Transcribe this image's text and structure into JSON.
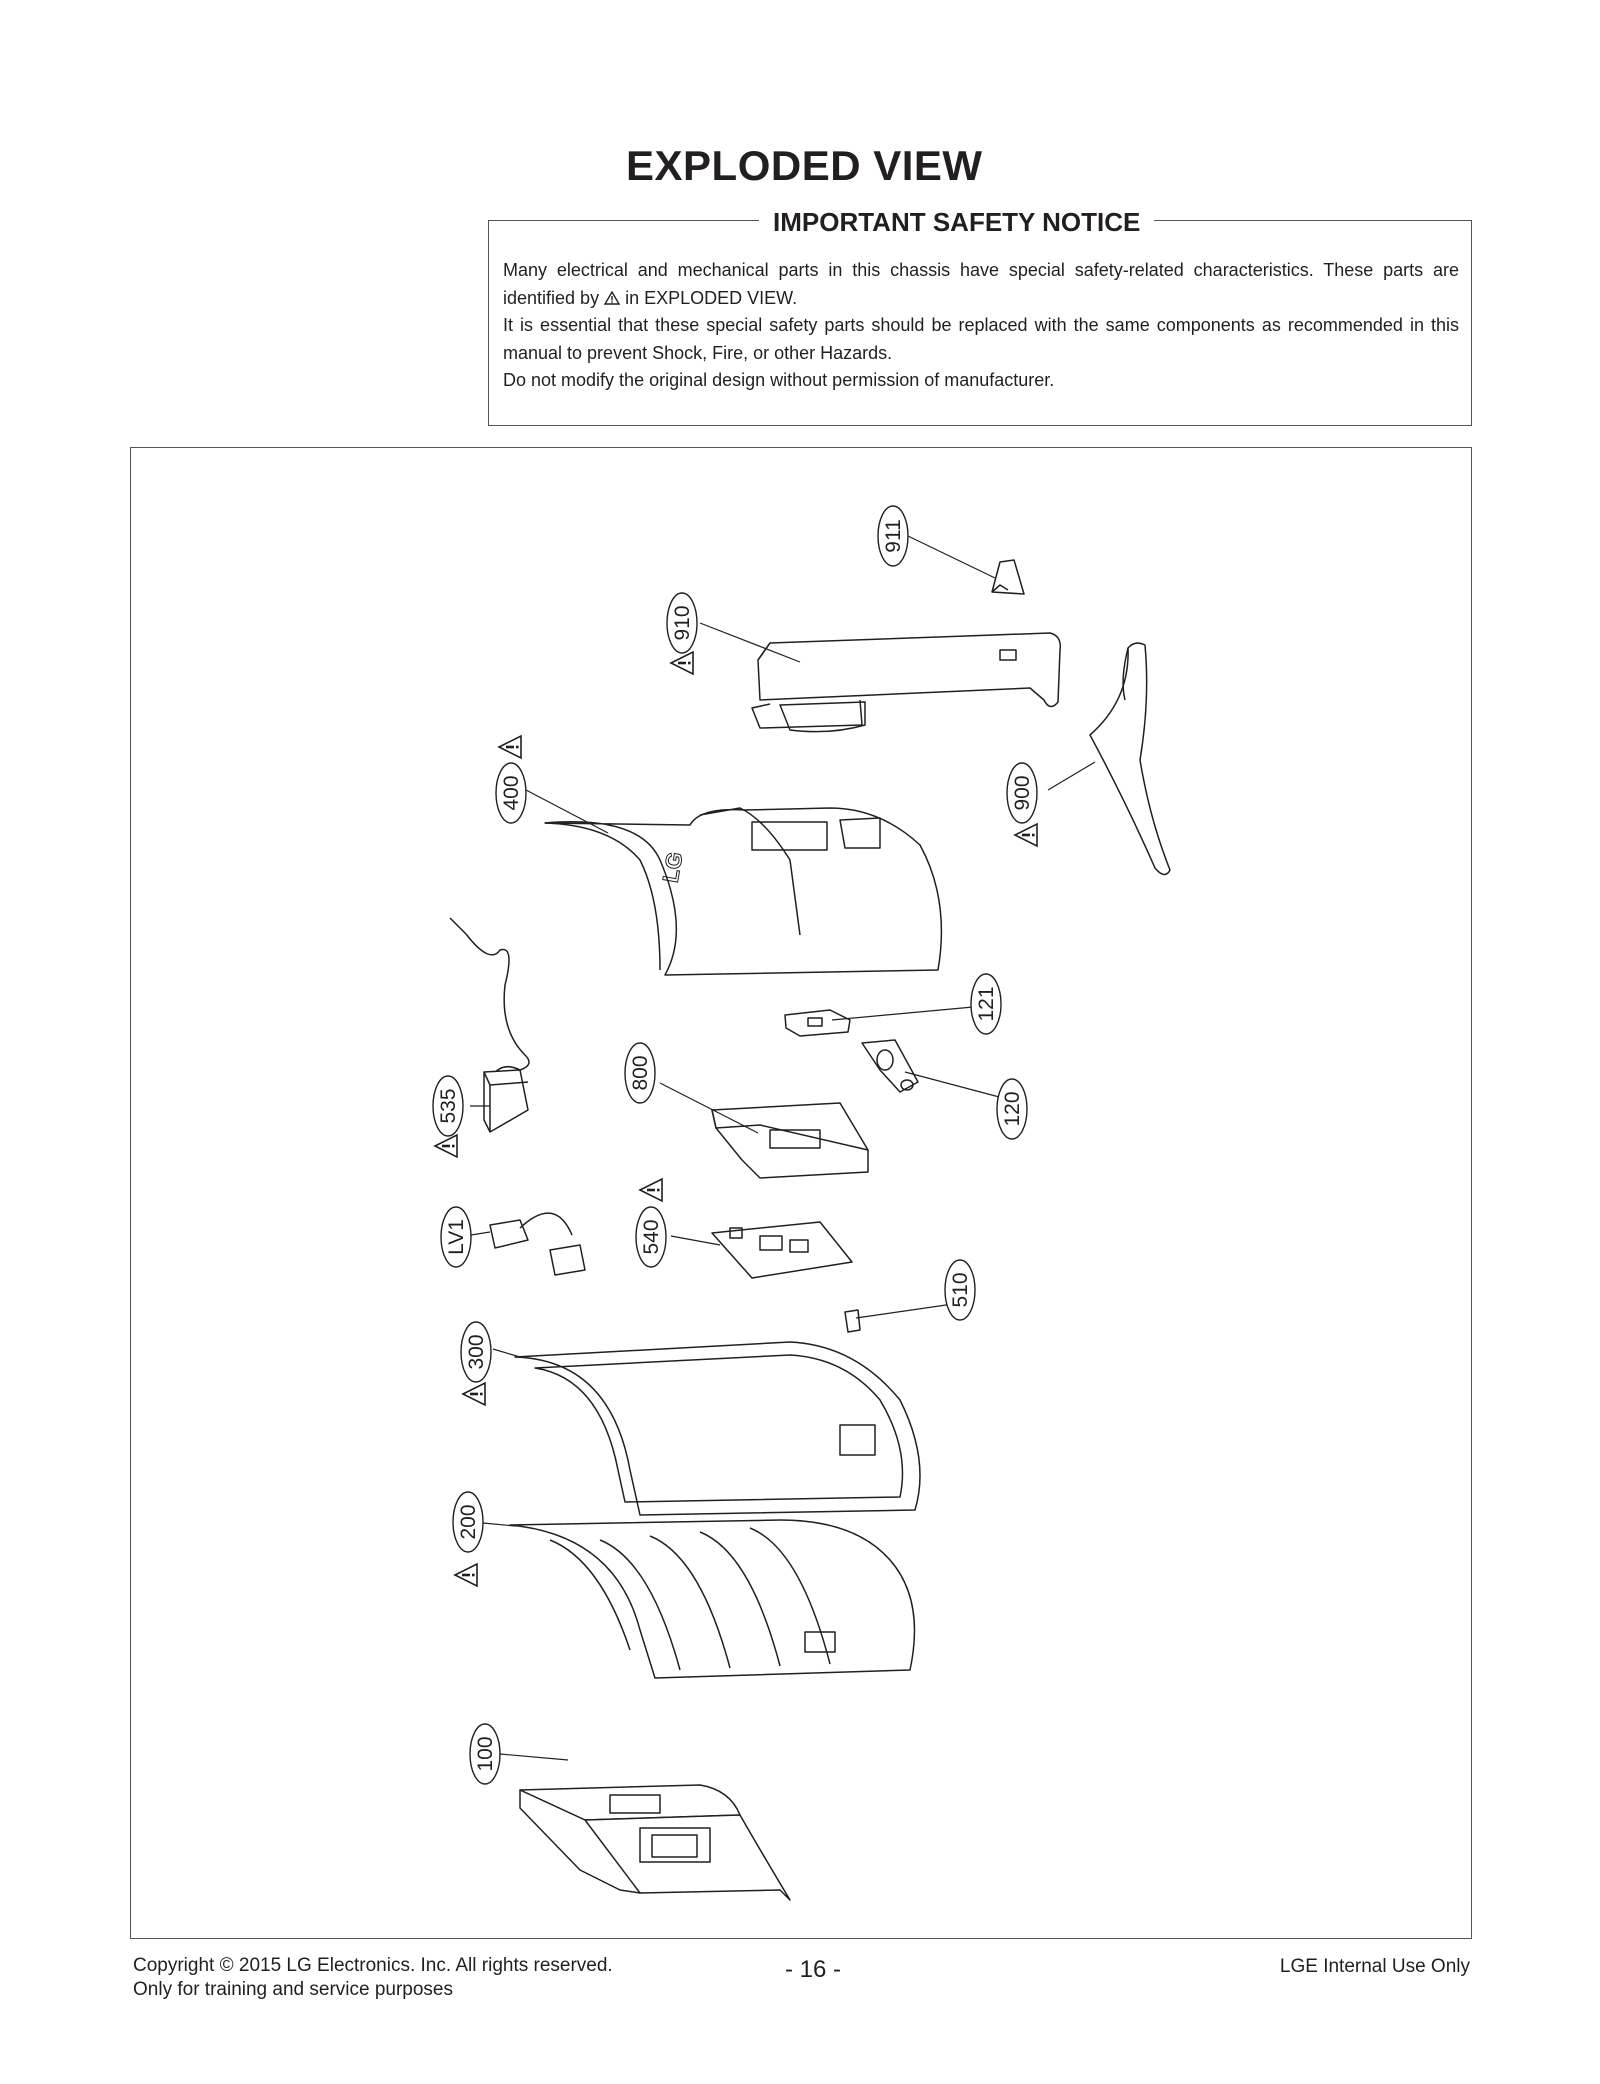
{
  "page": {
    "title": "EXPLODED VIEW",
    "notice": {
      "heading": "IMPORTANT SAFETY NOTICE",
      "line1_before": "Many electrical and mechanical parts in this chassis have special safety-related characteristics. These parts are identified by",
      "line1_after": "in EXPLODED VIEW.",
      "line2": "It is essential that these special safety parts should be replaced with the same components as recommended in this manual to prevent Shock, Fire, or other Hazards.",
      "line3": "Do not modify the original design without permission of manufacturer."
    },
    "warning_icon": "warning-triangle-icon",
    "footer": {
      "copyright": "Copyright  © 2015  LG Electronics. Inc. All rights reserved.",
      "purpose": "Only for training and service purposes",
      "page_number": "- 16 -",
      "usage": "LGE Internal Use Only"
    }
  },
  "parts": [
    {
      "label": "911",
      "safety": false
    },
    {
      "label": "910",
      "safety": true
    },
    {
      "label": "400",
      "safety": true
    },
    {
      "label": "900",
      "safety": true
    },
    {
      "label": "535",
      "safety": true
    },
    {
      "label": "121",
      "safety": false
    },
    {
      "label": "800",
      "safety": false
    },
    {
      "label": "120",
      "safety": false
    },
    {
      "label": "LV1",
      "safety": false
    },
    {
      "label": "540",
      "safety": true
    },
    {
      "label": "510",
      "safety": false
    },
    {
      "label": "300",
      "safety": true
    },
    {
      "label": "200",
      "safety": true
    },
    {
      "label": "100",
      "safety": false
    }
  ],
  "logo_text": "LG"
}
